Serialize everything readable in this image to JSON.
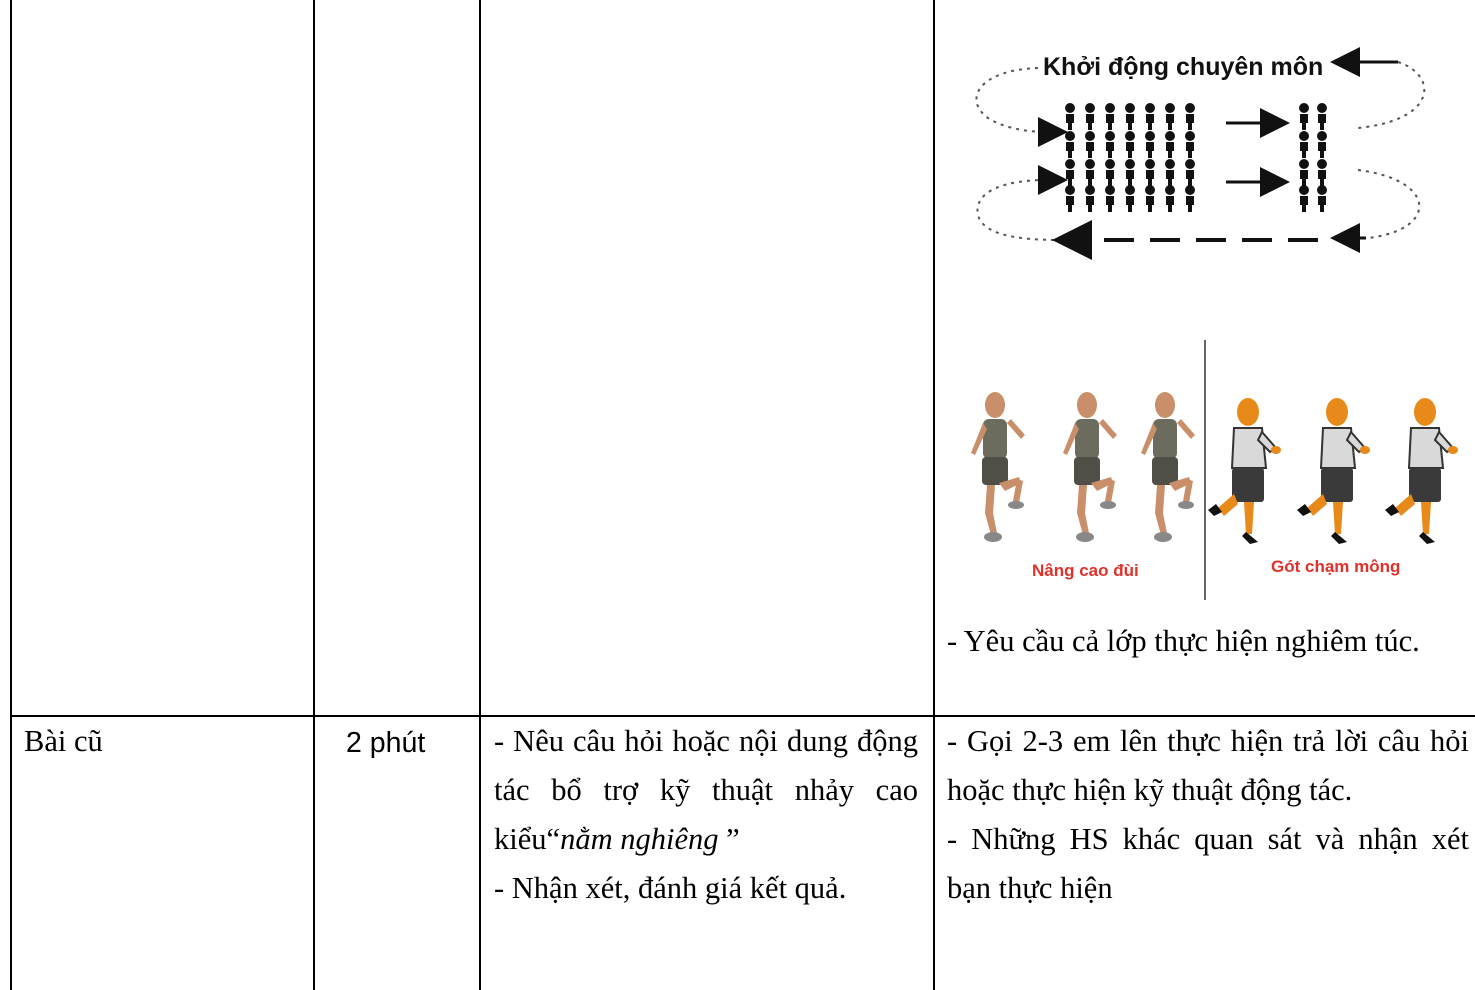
{
  "rows": [
    {
      "cells": [
        "",
        "",
        "",
        ""
      ],
      "figures": {
        "warmup": {
          "title": "Khởi động chuyên môn",
          "icon": "runner-formation-diagram"
        },
        "drills": {
          "left_caption": "Nâng cao đùi",
          "right_caption": "Gót chạm mông",
          "left_icon": "high-knees-runner-figures",
          "right_icon": "butt-kick-runner-figures"
        }
      },
      "teacher_note": "- Yêu cầu cả lớp thực hiện nghiêm túc."
    },
    {
      "content": "Bài cũ",
      "time": "2 phút",
      "teacher": {
        "line1": "- Nêu câu hỏi hoặc nội dung động tác bổ trợ kỹ thuật nhảy cao kiểu",
        "quote_open": "“",
        "italic": "nằm nghiêng",
        "quote_close": " ”",
        "line2": "- Nhận xét, đánh giá kết quả."
      },
      "students": {
        "line1": "- Gọi 2-3 em lên thực hiện trả lời câu hỏi hoặc thực hiện kỹ thuật động tác.",
        "line2": "- Những HS khác quan sát và nhận xét bạn thực hiện"
      }
    }
  ],
  "colors": {
    "caption_red": "#e0312b",
    "figure_skin": "#e88a1a",
    "border": "#000000"
  }
}
